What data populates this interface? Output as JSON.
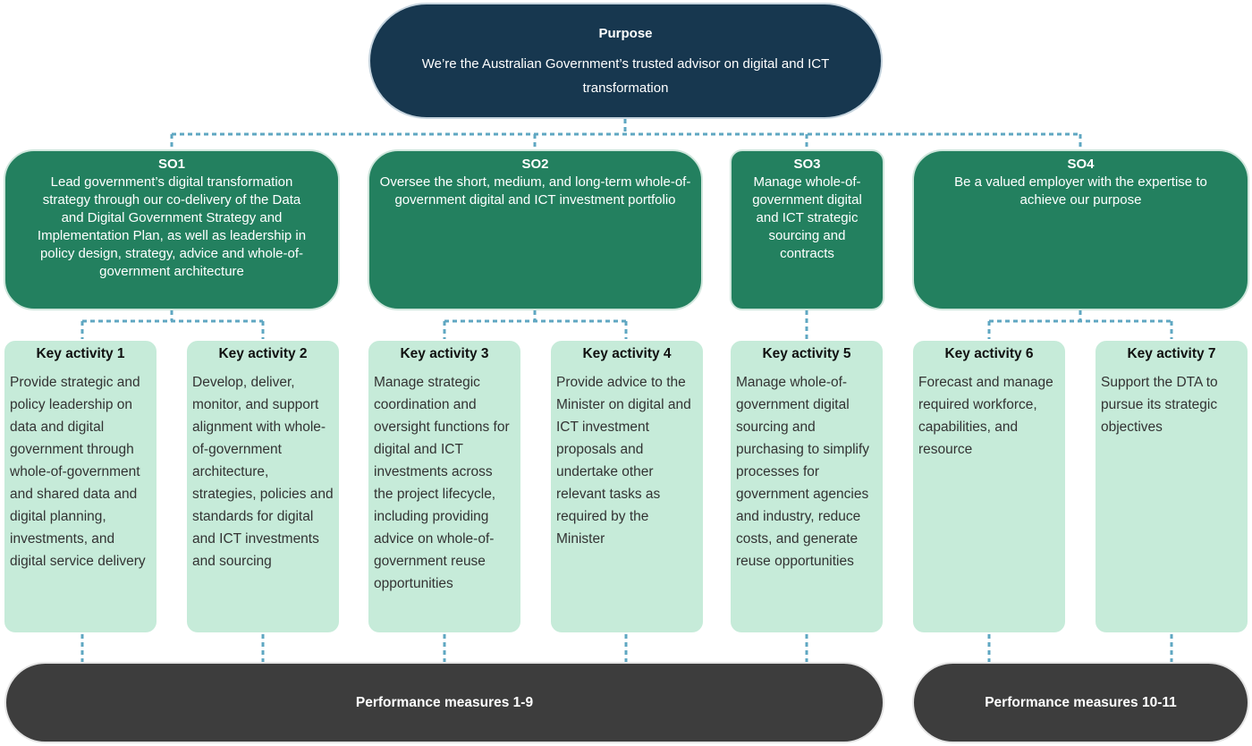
{
  "purpose": {
    "title": "Purpose",
    "text": "We’re the Australian Government’s trusted advisor on digital and ICT transformation"
  },
  "objectives": [
    {
      "title": "SO1",
      "text": "Lead government’s digital transformation strategy through our co-delivery of the Data and Digital Government Strategy and Implementation Plan, as well as leadership in policy design, strategy, advice and whole-of-government architecture"
    },
    {
      "title": "SO2",
      "text": "Oversee the short, medium, and long-term whole-of-government digital and ICT investment portfolio"
    },
    {
      "title": "SO3",
      "text": "Manage whole-of-government digital and ICT strategic sourcing and contracts"
    },
    {
      "title": "SO4",
      "text": "Be a valued employer with the expertise to achieve our purpose"
    }
  ],
  "activities": [
    {
      "title": "Key activity 1",
      "text": "Provide strategic and policy leadership on data and digital government through whole-of-government and shared data and digital planning, investments, and digital service delivery"
    },
    {
      "title": "Key activity 2",
      "text": "Develop, deliver, monitor, and support alignment with whole-of-government architecture, strategies, policies and standards for digital and ICT investments and sourcing"
    },
    {
      "title": "Key activity 3",
      "text": "Manage strategic coordination and oversight functions for digital and ICT investments across the project lifecycle, including providing advice on whole-of-government reuse opportunities"
    },
    {
      "title": "Key activity 4",
      "text": "Provide advice to the Minister on digital and ICT investment proposals and undertake other relevant tasks as required by the Minister"
    },
    {
      "title": "Key activity 5",
      "text": "Manage whole-of-government digital sourcing and purchasing to simplify processes for government agencies and industry, reduce costs, and generate reuse opportunities"
    },
    {
      "title": "Key activity 6",
      "text": "Forecast and manage required workforce, capabilities, and resource"
    },
    {
      "title": "Key activity 7",
      "text": "Support the DTA to pursue its strategic objectives"
    }
  ],
  "measures": [
    {
      "label": "Performance measures 1-9"
    },
    {
      "label": "Performance measures 10-11"
    }
  ],
  "colors": {
    "purpose": "#17374f",
    "objective": "#23805f",
    "activity": "#c6ebd9",
    "measure": "#3d3d3d",
    "connector": "#5fa7c2"
  }
}
